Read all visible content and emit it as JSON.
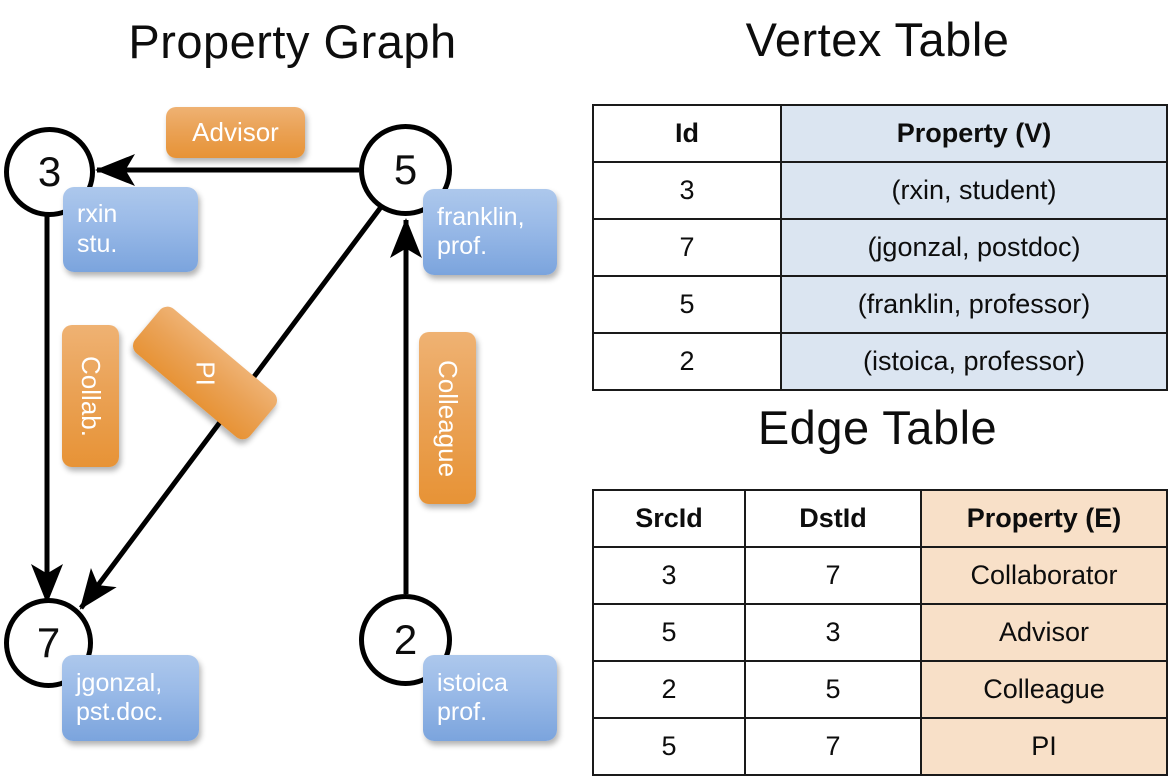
{
  "titles": {
    "property_graph": "Property Graph",
    "vertex_table": "Vertex Table",
    "edge_table": "Edge Table"
  },
  "graph": {
    "nodes": [
      {
        "id": "3",
        "property": [
          "rxin",
          "stu."
        ]
      },
      {
        "id": "5",
        "property": [
          "franklin,",
          "prof."
        ]
      },
      {
        "id": "7",
        "property": [
          "jgonzal,",
          "pst.doc."
        ]
      },
      {
        "id": "2",
        "property": [
          "istoica",
          "prof."
        ]
      }
    ],
    "edge_labels": [
      {
        "name": "advisor",
        "text": "Advisor"
      },
      {
        "name": "collab",
        "text": "Collab."
      },
      {
        "name": "pi",
        "text": "PI"
      },
      {
        "name": "colleague",
        "text": "Colleague"
      }
    ]
  },
  "vertex_table": {
    "headers": [
      "Id",
      "Property (V)"
    ],
    "rows": [
      [
        "3",
        "(rxin, student)"
      ],
      [
        "7",
        "(jgonzal, postdoc)"
      ],
      [
        "5",
        "(franklin, professor)"
      ],
      [
        "2",
        "(istoica, professor)"
      ]
    ]
  },
  "edge_table": {
    "headers": [
      "SrcId",
      "DstId",
      "Property (E)"
    ],
    "rows": [
      [
        "3",
        "7",
        "Collaborator"
      ],
      [
        "5",
        "3",
        "Advisor"
      ],
      [
        "2",
        "5",
        "Colleague"
      ],
      [
        "5",
        "7",
        "PI"
      ]
    ]
  },
  "colors": {
    "vertex_property_fill": "#dbe5f1",
    "edge_property_fill": "#f8e0c8",
    "node_box_blue": "#9bbbe8",
    "edge_label_orange": "#eaa256",
    "stroke": "#000000"
  }
}
